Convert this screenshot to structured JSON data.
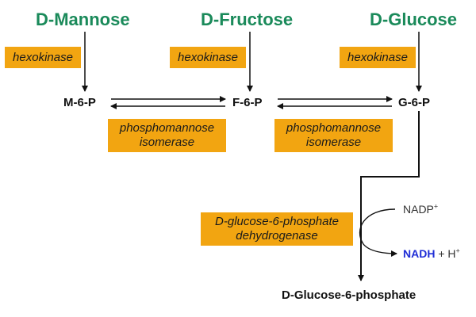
{
  "substrates": {
    "mannose": "D-Mannose",
    "fructose": "D-Fructose",
    "glucose": "D-Glucose"
  },
  "enzymes": {
    "hexokinase": "hexokinase",
    "isomerase_line1": "phosphomannose",
    "isomerase_line2": "isomerase",
    "dehydrogenase_line1": "D-glucose-6-phosphate",
    "dehydrogenase_line2": "dehydrogenase"
  },
  "intermediates": {
    "m6p": "M-6-P",
    "f6p": "F-6-P",
    "g6p": "G-6-P"
  },
  "cofactors": {
    "nadp": "NADP",
    "nadp_sup": "+",
    "nadh": "NADH",
    "plus_h": " + H",
    "h_sup": "+"
  },
  "product": "D-Glucose-6-phosphate",
  "colors": {
    "substrate": "#1a8a5a",
    "enzyme_box": "#f2a511",
    "nadh": "#1f2dd6"
  }
}
